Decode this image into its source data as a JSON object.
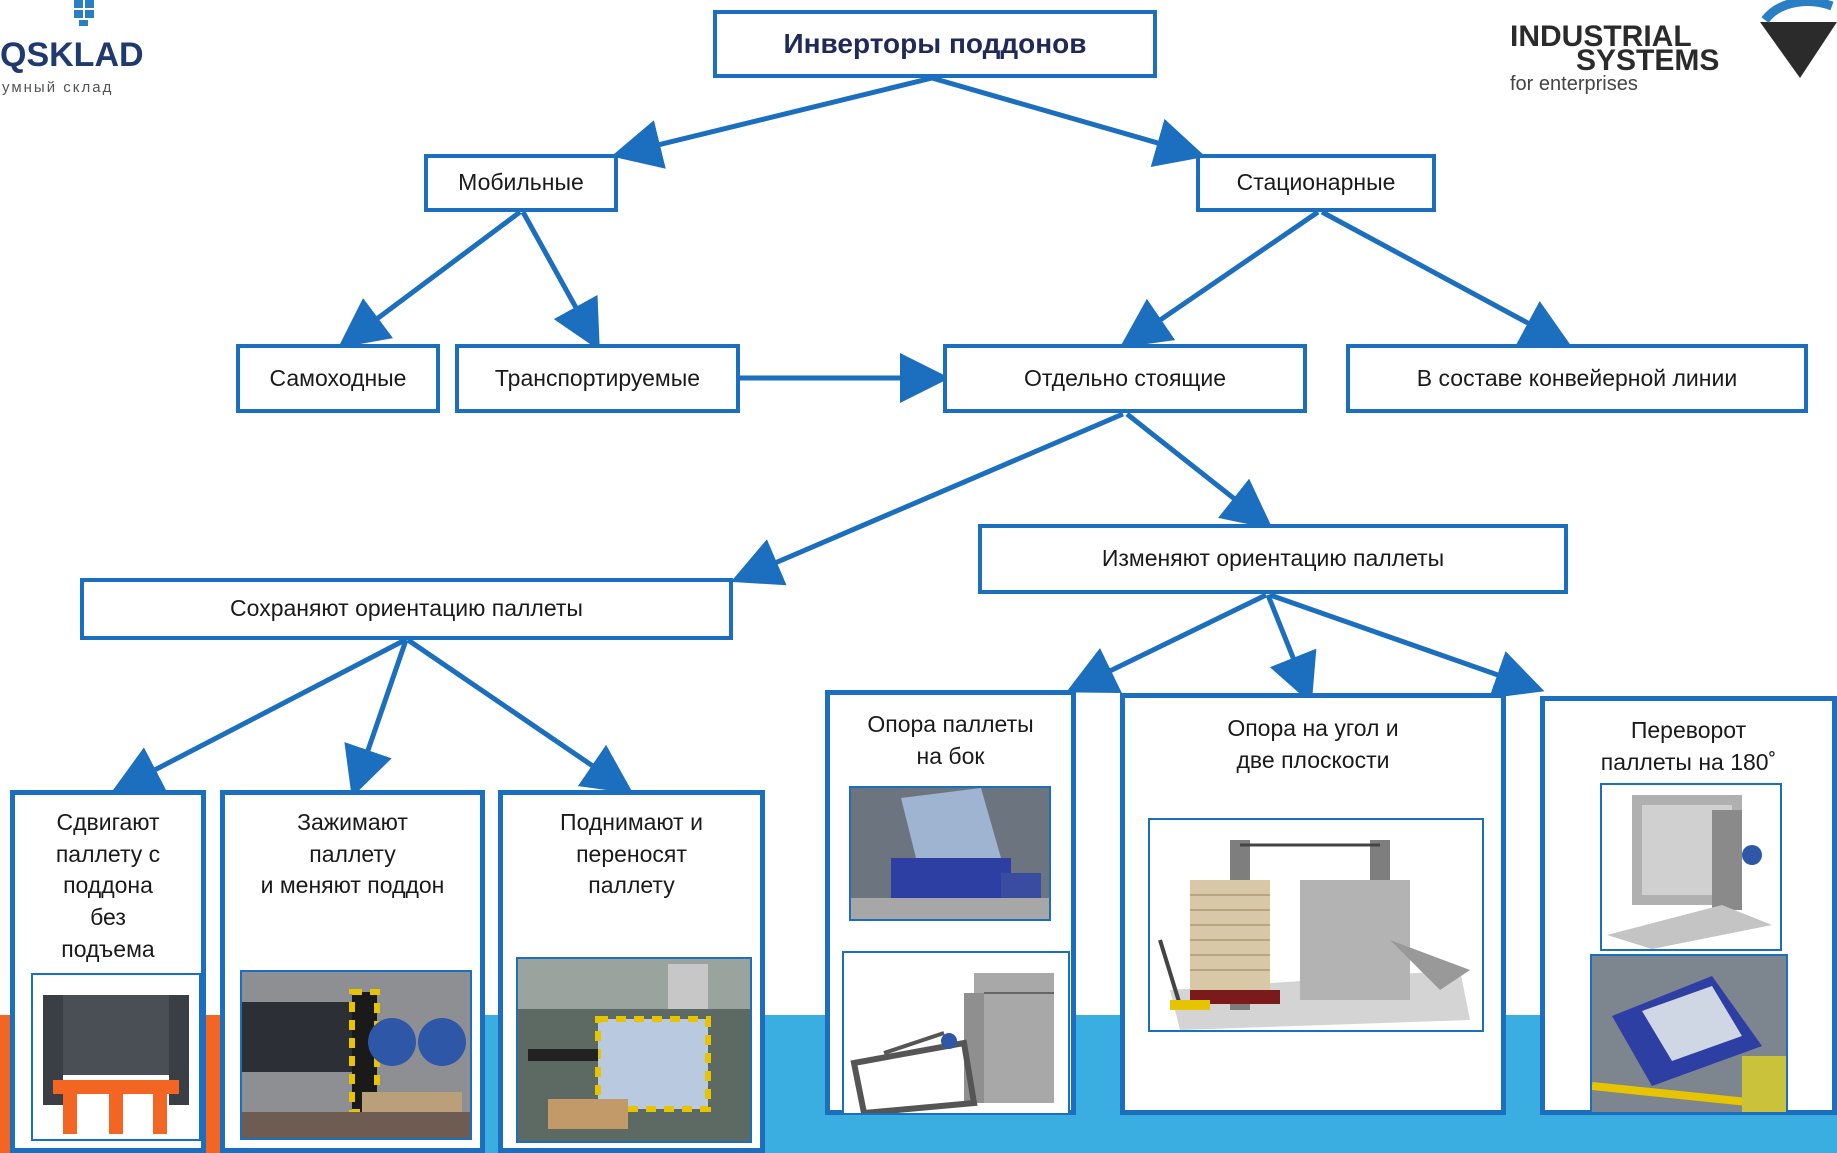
{
  "logos": {
    "left": {
      "name": "QSKLAD",
      "tagline": "умный склад"
    },
    "right": {
      "line1": "INDUSTRIAL",
      "line2": "SYSTEMS",
      "line3": "for enterprises"
    }
  },
  "nodes": {
    "root": "Инверторы поддонов",
    "mobile": "Мобильные",
    "stationary": "Стационарные",
    "self_propelled": "Самоходные",
    "transportable": "Транспортируемые",
    "standalone": "Отдельно стоящие",
    "conveyor": "В составе конвейерной линии",
    "keep_orientation": "Сохраняют ориентацию паллеты",
    "change_orientation": "Изменяют ориентацию паллеты"
  },
  "cards": {
    "shift": "Сдвигают\nпаллету с\nподдона\nбез\nподъема",
    "clamp": "Зажимают\nпаллету\nи меняют поддон",
    "lift": "Поднимают и\nпереносят\nпаллету",
    "side": "Опора паллеты\nна бок",
    "corner": "Опора на угол и\nдве плоскости",
    "flip": "Переворот\nпаллеты на 180˚"
  },
  "colors": {
    "accent": "#1b6fbe",
    "title": "#1f2a5a",
    "band_orange": "#f26522",
    "band_blue": "#3aaee0"
  }
}
